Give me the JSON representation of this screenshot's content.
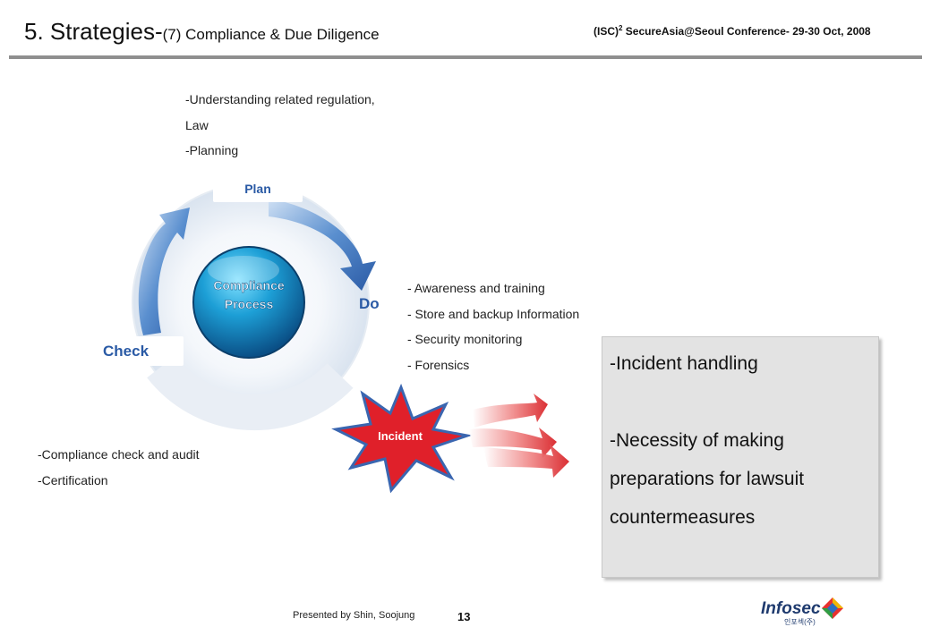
{
  "header": {
    "title": "5. Strategies-",
    "subtitle": "(7) Compliance & Due Diligence",
    "conference_prefix": "(ISC)",
    "conference_sup": "2",
    "conference_rest": " SecureAsia@Seoul Conference- 29-30 Oct, 2008"
  },
  "plan": {
    "label": "Plan",
    "items": [
      "-Understanding related regulation,",
      "Law",
      "-Planning"
    ]
  },
  "do": {
    "label": "Do",
    "items": [
      "- Awareness and training",
      "- Store and backup Information",
      "- Security monitoring",
      "- Forensics"
    ]
  },
  "check": {
    "label": "Check",
    "items": [
      "-Compliance check and audit",
      "-Certification"
    ]
  },
  "center": {
    "line1": "Compliance",
    "line2": "Process"
  },
  "incident": {
    "label": "Incident",
    "panel_lines": [
      "-Incident handling",
      "-Necessity of making",
      "preparations for lawsuit",
      "countermeasures"
    ]
  },
  "footer": {
    "presenter": "Presented by Shin, Soojung",
    "page": "13",
    "logo": "Infosec",
    "logo_sub": "인포섹(주)"
  },
  "colors": {
    "accent_blue": "#2a5aa5",
    "incident_red": "#e0202a",
    "panel_gray": "#e3e3e3"
  }
}
